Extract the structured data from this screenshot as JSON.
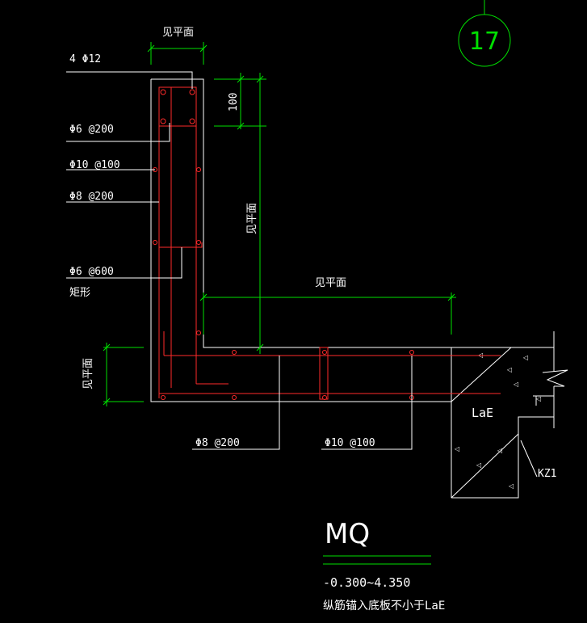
{
  "drawing": {
    "detail_number": "17",
    "title": "MQ",
    "elevation_range": "-0.300~4.350",
    "note": "纵筋锚入底板不小于LaE",
    "labels": {
      "top_dim_ref": "见平面",
      "vertical_dim_ref": "见平面",
      "horizontal_dim_ref": "见平面",
      "left_dim_ref": "见平面",
      "dim_100": "100",
      "top_bars": "4 Φ12",
      "stirrup": "Φ6 @200",
      "vertical_bar": "Φ10 @100",
      "horizontal_bar": "Φ8 @200",
      "tie": "Φ6 @600",
      "tie_shape": "矩形",
      "base_bar_1": "Φ8 @200",
      "base_bar_2": "Φ10 @100",
      "anchor": "LaE",
      "column": "KZ1"
    }
  }
}
